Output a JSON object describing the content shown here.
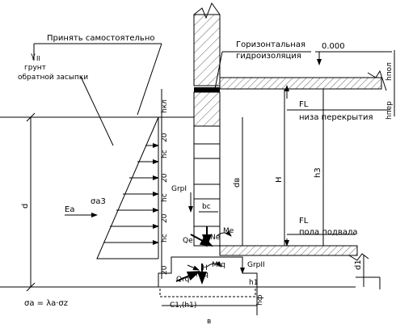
{
  "labels": {
    "accept_independently": "Принять самостоятельно",
    "gamma_symbol": "γ",
    "gamma_subscript": "II",
    "backfill_soil_line1": "грунт",
    "backfill_soil_line2": "обратной засыпки",
    "horizontal_waterproofing_line1": "Горизонтальная",
    "horizontal_waterproofing_line2": "гидроизоляция",
    "elevation_zero": "0.000",
    "h_pol": "hпол",
    "h_per": "hпер",
    "fl_top": "FL",
    "floor_bottom": "низа перекрытия",
    "fl_bottom": "FL",
    "basement_floor": "пола подвала",
    "h_kl": "hкл",
    "dim_20_a": "20",
    "hc_a": "hс",
    "dim_20_b": "20",
    "hc_b": "hс",
    "dim_20_c": "20",
    "hc_c": "hс",
    "hc_d": "hс",
    "dim_20_d": "20",
    "grp1": "GrpI",
    "b_c": "bс",
    "d_b": "dв",
    "H": "H",
    "h_3": "h3",
    "sigma_a3": "σa3",
    "E_a": "Ea",
    "d": "d",
    "d_1": "d1",
    "Q_e": "Qe",
    "N_e": "Ne",
    "M_e": "Me",
    "Q_rq": "Qrq",
    "N_rq": "Nrq",
    "M_rq": "Mrq",
    "H_force": "H",
    "grp2": "GrpII",
    "h1": "h1",
    "h_f": "hф",
    "C_1": "C1,(h1)",
    "b": "в",
    "sigma_formula": "σa = λa·σz"
  }
}
